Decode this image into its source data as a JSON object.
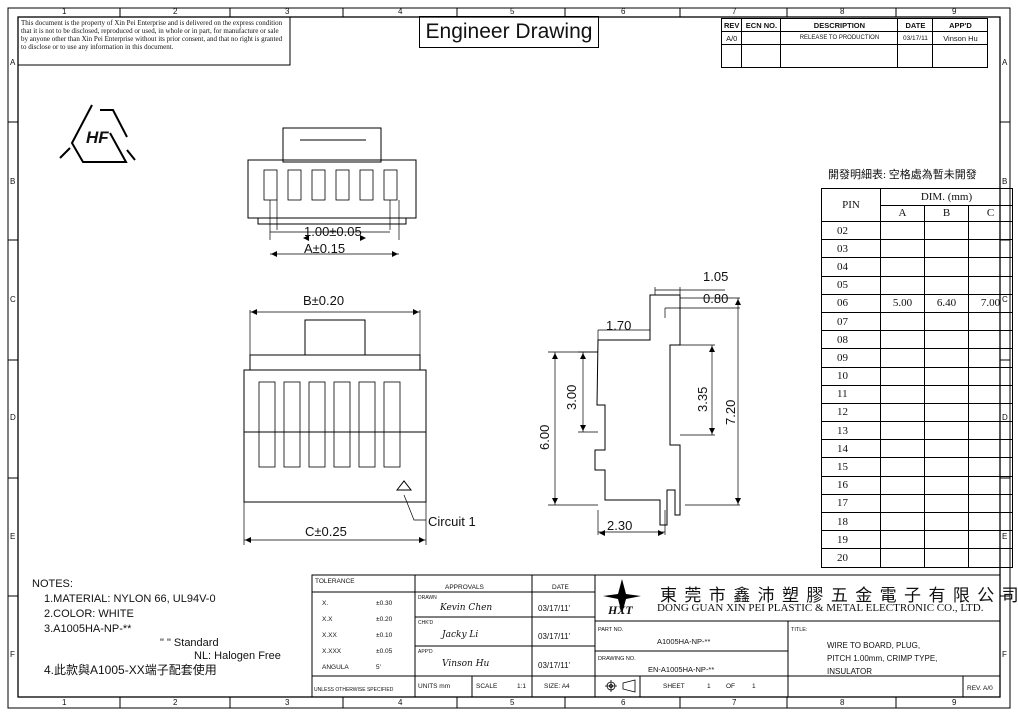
{
  "frame": {
    "columns": [
      "1",
      "2",
      "3",
      "4",
      "5",
      "6",
      "7",
      "8",
      "9"
    ],
    "rows": [
      "A",
      "B",
      "C",
      "D",
      "E",
      "F"
    ]
  },
  "copyright": "This document is the property of Xin Pei Enterprise and is delivered on the express condition that it is not to be disclosed, reproduced or used, in whole or in part, for manufacture or sale by anyone other than Xin Pei Enterprise without its prior consent, and that no right is granted to disclose or to use any information in this document.",
  "title": "Engineer Drawing",
  "revision_table": {
    "headers": [
      "REV",
      "ECN NO.",
      "DESCRIPTION",
      "DATE",
      "APP'D"
    ],
    "rows": [
      [
        "A/0",
        "",
        "RELEASE TO PRODUCTION",
        "03/17/11",
        "Vinson Hu"
      ]
    ]
  },
  "hf_logo": "HF",
  "dimensions": {
    "pitch": "1.00±0.05",
    "a": "A±0.15",
    "b": "B±0.20",
    "c": "C±0.25",
    "d105": "1.05",
    "d080": "0.80",
    "d170": "1.70",
    "d300": "3.00",
    "d335": "3.35",
    "d600": "6.00",
    "d720": "7.20",
    "d230": "2.30",
    "circuit": "Circuit 1"
  },
  "pin_table": {
    "caption": "開發明細表: 空格處為暫未開發",
    "pin_header": "PIN",
    "dim_header": "DIM. (mm)",
    "cols": [
      "A",
      "B",
      "C"
    ],
    "rows": [
      [
        "02",
        "",
        "",
        ""
      ],
      [
        "03",
        "",
        "",
        ""
      ],
      [
        "04",
        "",
        "",
        ""
      ],
      [
        "05",
        "",
        "",
        ""
      ],
      [
        "06",
        "5.00",
        "6.40",
        "7.00"
      ],
      [
        "07",
        "",
        "",
        ""
      ],
      [
        "08",
        "",
        "",
        ""
      ],
      [
        "09",
        "",
        "",
        ""
      ],
      [
        "10",
        "",
        "",
        ""
      ],
      [
        "11",
        "",
        "",
        ""
      ],
      [
        "12",
        "",
        "",
        ""
      ],
      [
        "13",
        "",
        "",
        ""
      ],
      [
        "14",
        "",
        "",
        ""
      ],
      [
        "15",
        "",
        "",
        ""
      ],
      [
        "16",
        "",
        "",
        ""
      ],
      [
        "17",
        "",
        "",
        ""
      ],
      [
        "18",
        "",
        "",
        ""
      ],
      [
        "19",
        "",
        "",
        ""
      ],
      [
        "20",
        "",
        "",
        ""
      ]
    ]
  },
  "notes": {
    "heading": "NOTES:",
    "n1": "1.MATERIAL: NYLON 66, UL94V-0",
    "n2": "2.COLOR: WHITE",
    "n3": "3.A1005HA-NP-**",
    "n3a": "\"     \" Standard",
    "n3b": "NL: Halogen Free",
    "n4": "4.此款與A1005-XX端子配套使用"
  },
  "tolerance": {
    "heading": "TOLERANCE",
    "rows": [
      [
        "X.",
        "±0.30"
      ],
      [
        "X.X",
        "±0.20"
      ],
      [
        "X.XX",
        "±0.10"
      ],
      [
        "X.XXX",
        "±0.05"
      ],
      [
        "ANGULA",
        "5'"
      ]
    ],
    "footer": "UNLESS OTHERWISE SPECIFIED"
  },
  "approvals": {
    "heading": "APPROVALS",
    "date_heading": "DATE",
    "drawn_label": "DRAWN",
    "drawn_name": "Kevin Chen",
    "drawn_date": "03/17/11'",
    "chkd_label": "CHK'D",
    "chkd_name": "Jacky Li",
    "chkd_date": "03/17/11'",
    "appd_label": "APP'D",
    "appd_name": "Vinson Hu",
    "appd_date": "03/17/11'",
    "units": "UNITS mm",
    "scale_label": "SCALE",
    "scale": "1:1",
    "size": "SIZE: A4"
  },
  "company": {
    "name_cn": "東 莞 市 鑫 沛 塑 膠 五 金 電 子 有 限 公 司",
    "name_en": "DONG GUAN XIN PEI PLASTIC & METAL ELECTRONIC CO., LTD.",
    "logo_text": "HXT"
  },
  "part": {
    "part_label": "PART NO.",
    "part_no": "A1005HA-NP-**",
    "drawing_label": "DRAWING NO.",
    "drawing_no": "EN-A1005HA-NP-**",
    "title_label": "TITLE:",
    "title1": "WIRE TO BOARD, PLUG,",
    "title2": "PITCH 1.00mm, CRIMP TYPE,",
    "title3": "INSULATOR",
    "sheet_label": "SHEET",
    "sheet": "1",
    "of_label": "OF",
    "of": "1",
    "rev": "REV. A/0"
  }
}
